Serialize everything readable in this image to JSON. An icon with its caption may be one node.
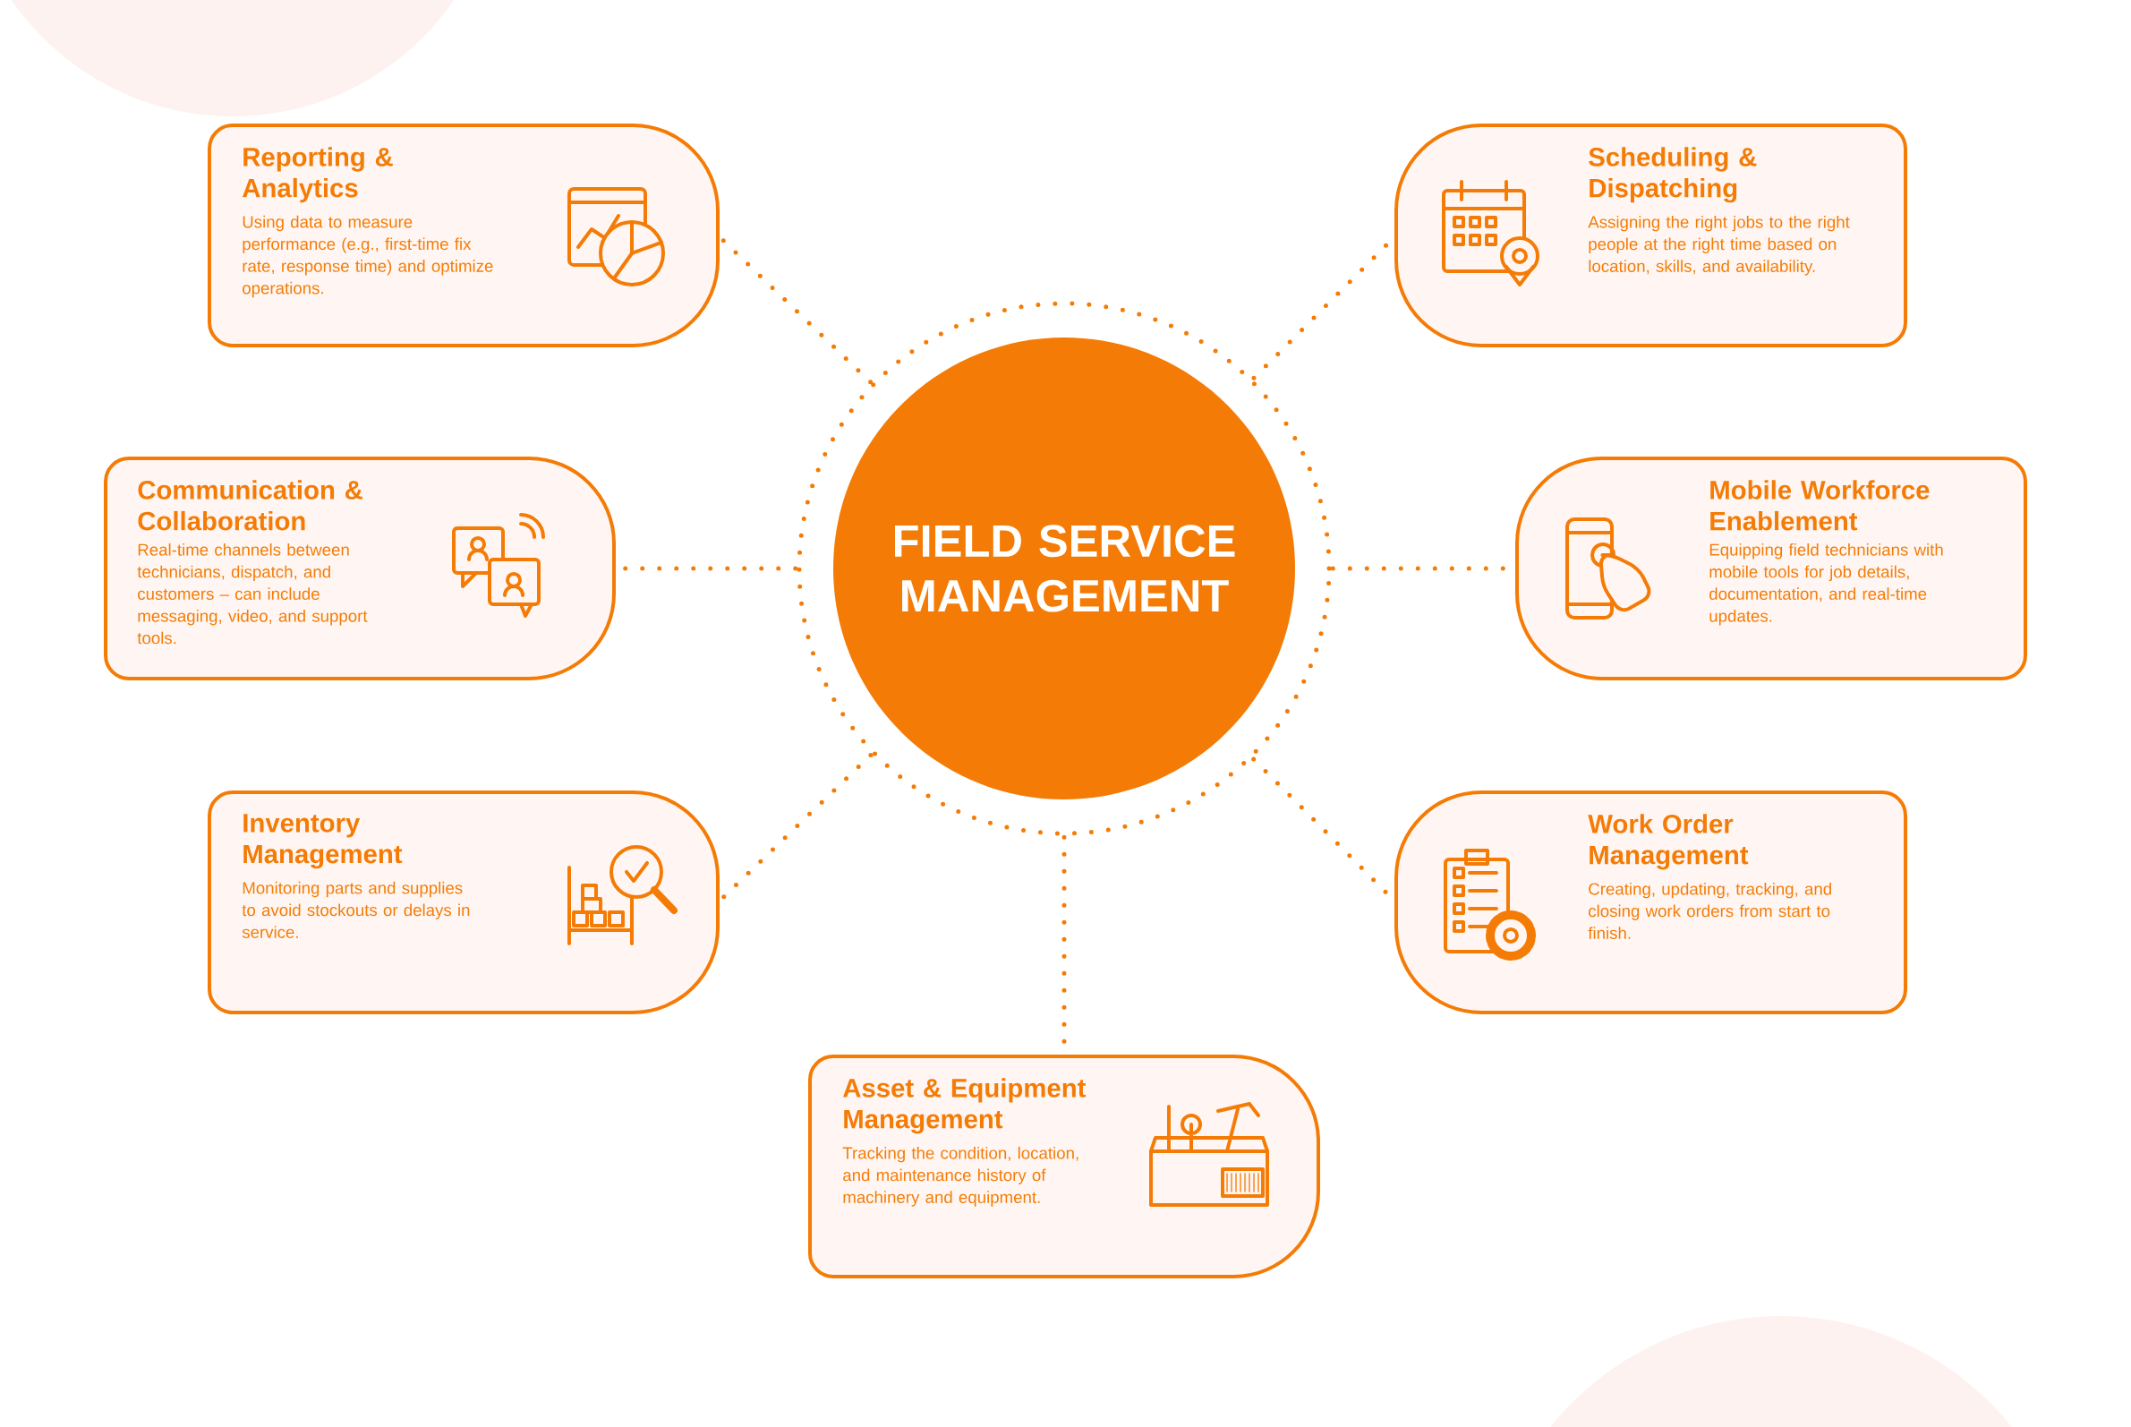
{
  "diagram": {
    "nodes": [
      {
        "text": [
          "FIELD SERVICE MANAGEMENT"
        ]
      },
      {
        "text": [
          "Reporting & Analytics",
          "Using data to measure performance (e.g., first-time fix rate, response time) and optimize operations."
        ]
      },
      {
        "text": [
          "Scheduling & Dispatching",
          "Assigning the right jobs to the right people at the right time based on location, skills, and availability."
        ]
      },
      {
        "text": [
          "Communication & Collaboration",
          "Real-time channels between technicians, dispatch, and customers – can include messaging, video, and support tools."
        ]
      },
      {
        "text": [
          "Mobile Workforce Enablement",
          "Equipping field technicians with mobile tools for job details, documentation, and real-time updates."
        ]
      },
      {
        "text": [
          "Inventory Management",
          "Monitoring parts and supplies to avoid stockouts or delays in service."
        ]
      },
      {
        "text": [
          "Work Order Management",
          "Creating, updating, tracking, and closing work orders from start to finish."
        ]
      },
      {
        "text": [
          "Asset & Equipment Management",
          "Tracking the condition, location, and maintenance history of machinery and equipment."
        ]
      }
    ],
    "edges": [
      {
        "from": 0,
        "to": 1,
        "arrow": "none"
      },
      {
        "from": 0,
        "to": 2,
        "arrow": "none"
      },
      {
        "from": 0,
        "to": 3,
        "arrow": "none"
      },
      {
        "from": 0,
        "to": 4,
        "arrow": "none"
      },
      {
        "from": 0,
        "to": 5,
        "arrow": "none"
      },
      {
        "from": 0,
        "to": 6,
        "arrow": "none"
      },
      {
        "from": 0,
        "to": 7,
        "arrow": "none"
      }
    ]
  }
}
